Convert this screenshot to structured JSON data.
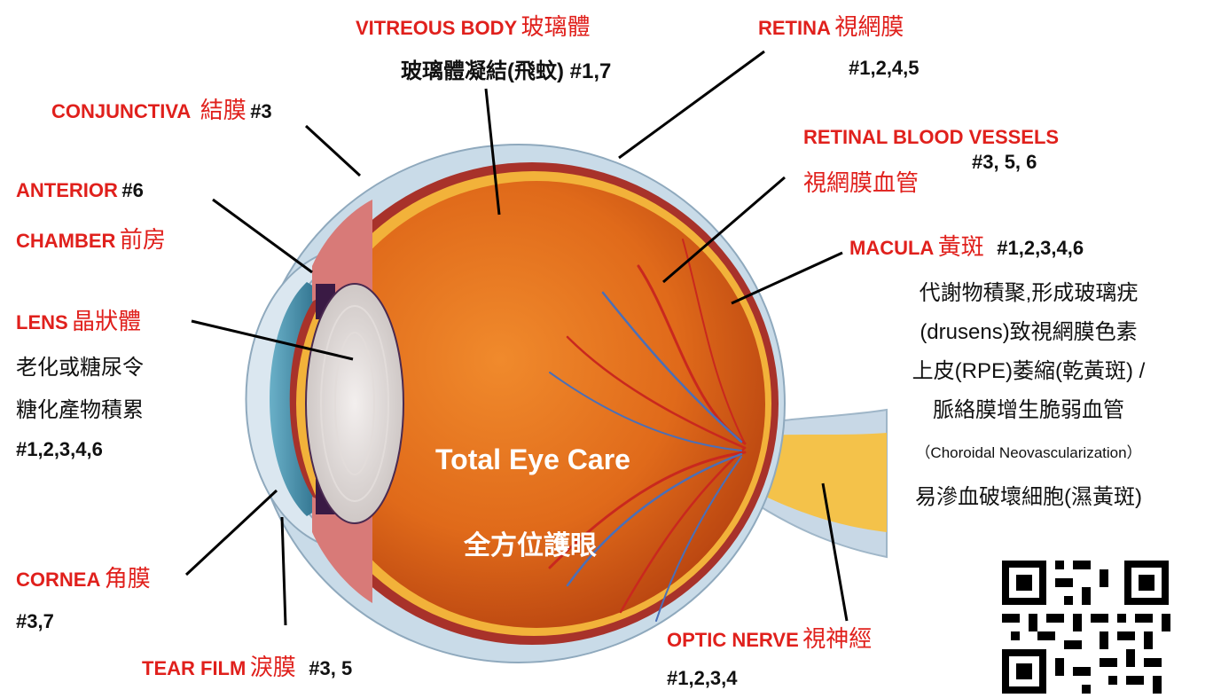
{
  "center": {
    "title": "Total Eye Care",
    "subtitle": "全方位護眼"
  },
  "vitreous": {
    "en": "VITREOUS BODY",
    "zh": "玻璃體",
    "desc": "玻璃體凝結(飛蚊) #1,7"
  },
  "retina": {
    "en": "RETINA",
    "zh": "視網膜",
    "num": "#1,2,4,5"
  },
  "conjunctiva": {
    "en": "CONJUNCTIVA",
    "zh": "結膜",
    "num": "#3"
  },
  "vessels": {
    "en": "RETINAL BLOOD VESSELS",
    "zh": "視網膜血管",
    "num": "#3, 5, 6"
  },
  "anterior": {
    "en1": "ANTERIOR",
    "num": "#6",
    "en2": "CHAMBER",
    "zh": "前房"
  },
  "macula": {
    "en": "MACULA",
    "zh": "黃斑",
    "num": "#1,2,3,4,6",
    "lines": [
      "代謝物積聚,形成玻璃疣",
      "(drusens)致視網膜色素",
      "上皮(RPE)萎縮(乾黃斑) /",
      "脈絡膜增生脆弱血管",
      "（Choroidal Neovascularization）",
      "易滲血破壞細胞(濕黃斑)"
    ]
  },
  "lens": {
    "en": "LENS",
    "zh": "晶狀體",
    "lines": [
      "老化或糖尿令",
      "糖化產物積累"
    ],
    "num": "#1,2,3,4,6"
  },
  "cornea": {
    "en": "CORNEA",
    "zh": "角膜",
    "num": "#3,7"
  },
  "tearfilm": {
    "en": "TEAR FILM",
    "zh": "淚膜",
    "num": "#3, 5"
  },
  "optic": {
    "en": "OPTIC NERVE",
    "zh": "視神經",
    "num": "#1,2,3,4"
  },
  "qr_code": {
    "icon": "qr-code-icon"
  }
}
